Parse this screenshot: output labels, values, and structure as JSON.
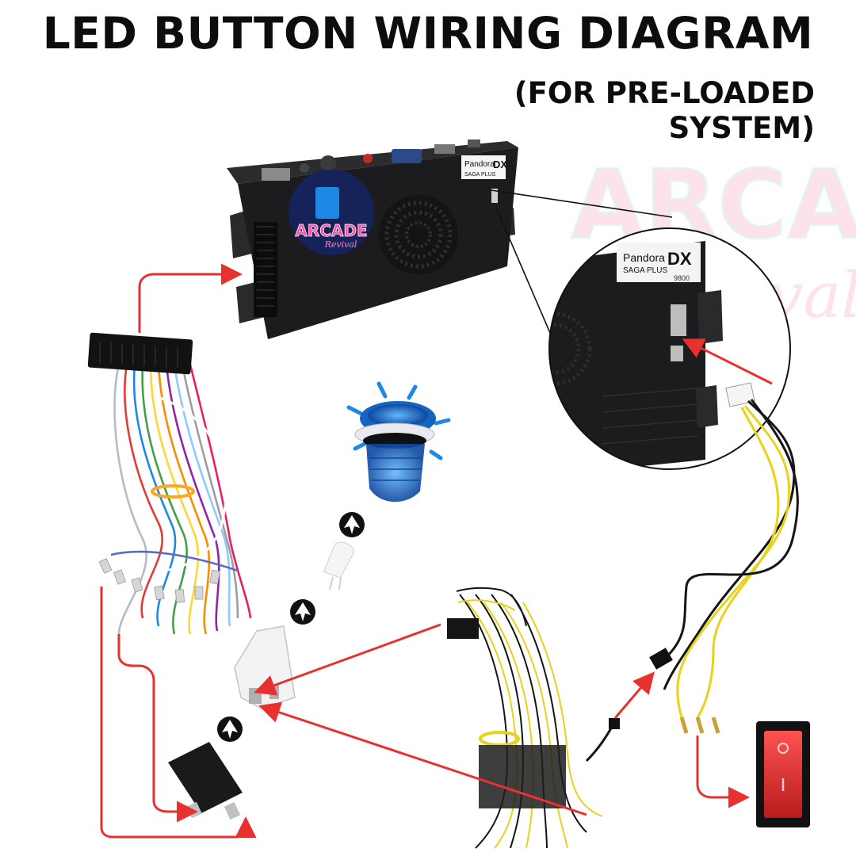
{
  "header": {
    "title": "LED BUTTON WIRING DIAGRAM",
    "subtitle_line1": "(FOR PRE-LOADED",
    "subtitle_line2": "SYSTEM)"
  },
  "console": {
    "brand": "Pandora",
    "model_badge": "DX",
    "model_line": "SAGA PLUS",
    "model_number": "9800",
    "sticker_logo": "ARCADE",
    "sticker_logo_script": "Revival"
  },
  "watermark": {
    "logo": "ARCADE",
    "logo_script": "Revival"
  },
  "colors": {
    "arrow": "#e8312f",
    "console_body": "#1c1c1e",
    "led_blue": "#1e88e5",
    "switch_red": "#d50000",
    "wire_yellow": "#e8d21b",
    "wire_black": "#151515"
  }
}
